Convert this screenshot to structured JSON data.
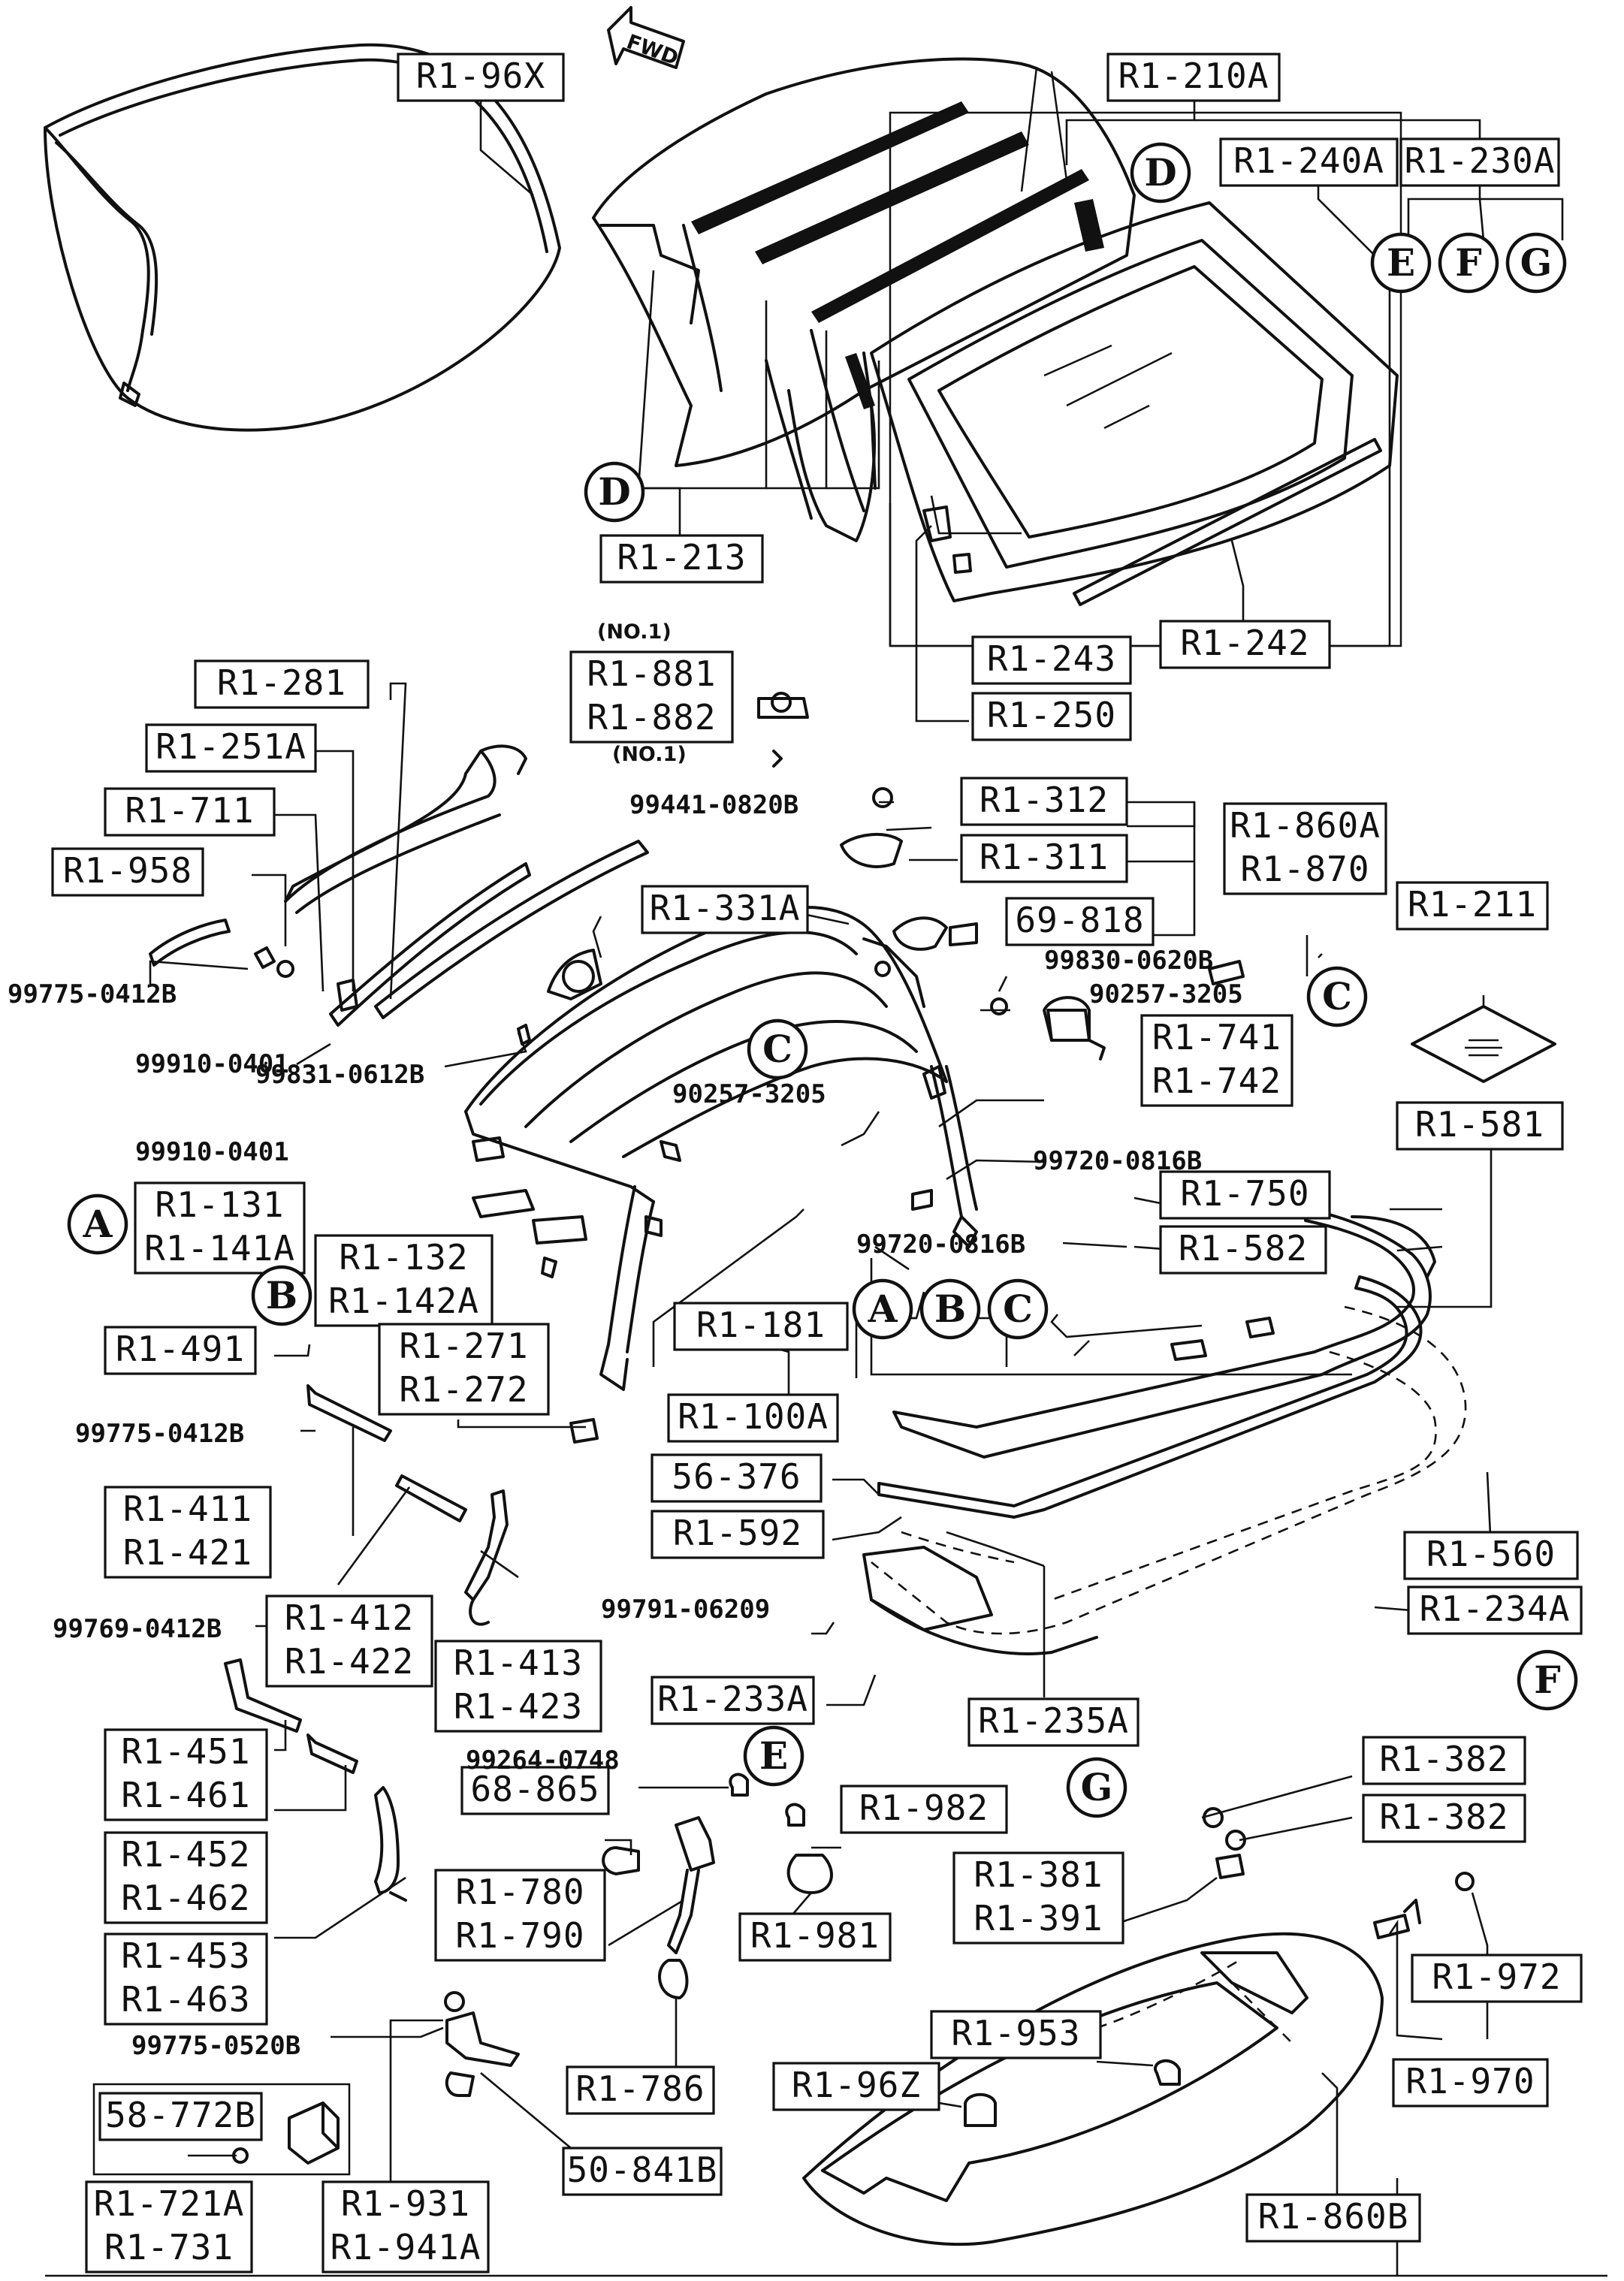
{
  "fwd": "FWD",
  "boxes": [
    {
      "id": "r1-96x",
      "lines": [
        "R1-96X"
      ]
    },
    {
      "id": "r1-210a",
      "lines": [
        "R1-210A"
      ]
    },
    {
      "id": "r1-240a",
      "lines": [
        "R1-240A"
      ]
    },
    {
      "id": "r1-230a",
      "lines": [
        "R1-230A"
      ]
    },
    {
      "id": "r1-213",
      "lines": [
        "R1-213"
      ]
    },
    {
      "id": "r1-243",
      "lines": [
        "R1-243"
      ]
    },
    {
      "id": "r1-242",
      "lines": [
        "R1-242"
      ]
    },
    {
      "id": "r1-250",
      "lines": [
        "R1-250"
      ]
    },
    {
      "id": "r1-281",
      "lines": [
        "R1-281"
      ]
    },
    {
      "id": "r1-881",
      "lines": [
        "R1-881",
        "R1-882"
      ]
    },
    {
      "id": "r1-251a",
      "lines": [
        "R1-251A"
      ]
    },
    {
      "id": "r1-711",
      "lines": [
        "R1-711"
      ]
    },
    {
      "id": "r1-958",
      "lines": [
        "R1-958"
      ]
    },
    {
      "id": "r1-312",
      "lines": [
        "R1-312"
      ]
    },
    {
      "id": "r1-311",
      "lines": [
        "R1-311"
      ]
    },
    {
      "id": "r1-860a",
      "lines": [
        "R1-860A",
        "R1-870"
      ]
    },
    {
      "id": "69-818",
      "lines": [
        "69-818"
      ]
    },
    {
      "id": "r1-331a",
      "lines": [
        "R1-331A"
      ]
    },
    {
      "id": "r1-211",
      "lines": [
        "R1-211"
      ]
    },
    {
      "id": "r1-741",
      "lines": [
        "R1-741",
        "R1-742"
      ]
    },
    {
      "id": "r1-581",
      "lines": [
        "R1-581"
      ]
    },
    {
      "id": "r1-750",
      "lines": [
        "R1-750"
      ]
    },
    {
      "id": "r1-582",
      "lines": [
        "R1-582"
      ]
    },
    {
      "id": "r1-131",
      "lines": [
        "R1-131",
        "R1-141A"
      ]
    },
    {
      "id": "r1-132",
      "lines": [
        "R1-132",
        "R1-142A"
      ]
    },
    {
      "id": "r1-181",
      "lines": [
        "R1-181"
      ]
    },
    {
      "id": "r1-100a",
      "lines": [
        "R1-100A"
      ]
    },
    {
      "id": "r1-491",
      "lines": [
        "R1-491"
      ]
    },
    {
      "id": "r1-271",
      "lines": [
        "R1-271",
        "R1-272"
      ]
    },
    {
      "id": "56-376",
      "lines": [
        "56-376"
      ]
    },
    {
      "id": "r1-592",
      "lines": [
        "R1-592"
      ]
    },
    {
      "id": "r1-411",
      "lines": [
        "R1-411",
        "R1-421"
      ]
    },
    {
      "id": "r1-412",
      "lines": [
        "R1-412",
        "R1-422"
      ]
    },
    {
      "id": "r1-413",
      "lines": [
        "R1-413",
        "R1-423"
      ]
    },
    {
      "id": "r1-560",
      "lines": [
        "R1-560"
      ]
    },
    {
      "id": "r1-234a",
      "lines": [
        "R1-234A"
      ]
    },
    {
      "id": "r1-233a",
      "lines": [
        "R1-233A"
      ]
    },
    {
      "id": "r1-235a",
      "lines": [
        "R1-235A"
      ]
    },
    {
      "id": "r1-451",
      "lines": [
        "R1-451",
        "R1-461"
      ]
    },
    {
      "id": "r1-452",
      "lines": [
        "R1-452",
        "R1-462"
      ]
    },
    {
      "id": "r1-453",
      "lines": [
        "R1-453",
        "R1-463"
      ]
    },
    {
      "id": "68-865",
      "lines": [
        "68-865"
      ]
    },
    {
      "id": "r1-982",
      "lines": [
        "R1-982"
      ]
    },
    {
      "id": "r1-780",
      "lines": [
        "R1-780",
        "R1-790"
      ]
    },
    {
      "id": "r1-981",
      "lines": [
        "R1-981"
      ]
    },
    {
      "id": "r1-382a",
      "lines": [
        "R1-382"
      ]
    },
    {
      "id": "r1-382b",
      "lines": [
        "R1-382"
      ]
    },
    {
      "id": "r1-381",
      "lines": [
        "R1-381",
        "R1-391"
      ]
    },
    {
      "id": "r1-972",
      "lines": [
        "R1-972"
      ]
    },
    {
      "id": "r1-970",
      "lines": [
        "R1-970"
      ]
    },
    {
      "id": "r1-953",
      "lines": [
        "R1-953"
      ]
    },
    {
      "id": "r1-96z",
      "lines": [
        "R1-96Z"
      ]
    },
    {
      "id": "r1-786",
      "lines": [
        "R1-786"
      ]
    },
    {
      "id": "58-772b",
      "lines": [
        "58-772B"
      ]
    },
    {
      "id": "50-841b",
      "lines": [
        "50-841B"
      ]
    },
    {
      "id": "r1-721a",
      "lines": [
        "R1-721A",
        "R1-731"
      ]
    },
    {
      "id": "r1-931",
      "lines": [
        "R1-931",
        "R1-941A"
      ]
    },
    {
      "id": "r1-860b",
      "lines": [
        "R1-860B"
      ]
    }
  ],
  "part_numbers": [
    {
      "id": "p99441",
      "text": "99441-0820B"
    },
    {
      "id": "p99830",
      "text": "99830-0620B"
    },
    {
      "id": "p90257a",
      "text": "90257-3205"
    },
    {
      "id": "p99775a",
      "text": "99775-0412B"
    },
    {
      "id": "p99910a",
      "text": "99910-0401"
    },
    {
      "id": "p99831",
      "text": "99831-0612B"
    },
    {
      "id": "p90257b",
      "text": "90257-3205"
    },
    {
      "id": "p99910b",
      "text": "99910-0401"
    },
    {
      "id": "p99720a",
      "text": "99720-0816B"
    },
    {
      "id": "p99720b",
      "text": "99720-0816B"
    },
    {
      "id": "p99775b",
      "text": "99775-0412B"
    },
    {
      "id": "p99791",
      "text": "99791-06209"
    },
    {
      "id": "p99769",
      "text": "99769-0412B"
    },
    {
      "id": "p99264",
      "text": "99264-0748"
    },
    {
      "id": "p99775c",
      "text": "99775-0520B"
    }
  ],
  "notes": [
    {
      "id": "no1a",
      "text": "(NO.1)"
    },
    {
      "id": "no1b",
      "text": "(NO.1)"
    }
  ],
  "callouts": [
    {
      "id": "cD1",
      "text": "D"
    },
    {
      "id": "cE1",
      "text": "E"
    },
    {
      "id": "cF1",
      "text": "F"
    },
    {
      "id": "cG1",
      "text": "G"
    },
    {
      "id": "cD2",
      "text": "D"
    },
    {
      "id": "cC1",
      "text": "C"
    },
    {
      "id": "cC2",
      "text": "C"
    },
    {
      "id": "cA1",
      "text": "A"
    },
    {
      "id": "cB1",
      "text": "B"
    },
    {
      "id": "cA2",
      "text": "A"
    },
    {
      "id": "cB2",
      "text": "B"
    },
    {
      "id": "cC3",
      "text": "C"
    },
    {
      "id": "cF2",
      "text": "F"
    },
    {
      "id": "cE2",
      "text": "E"
    },
    {
      "id": "cG2",
      "text": "G"
    }
  ]
}
